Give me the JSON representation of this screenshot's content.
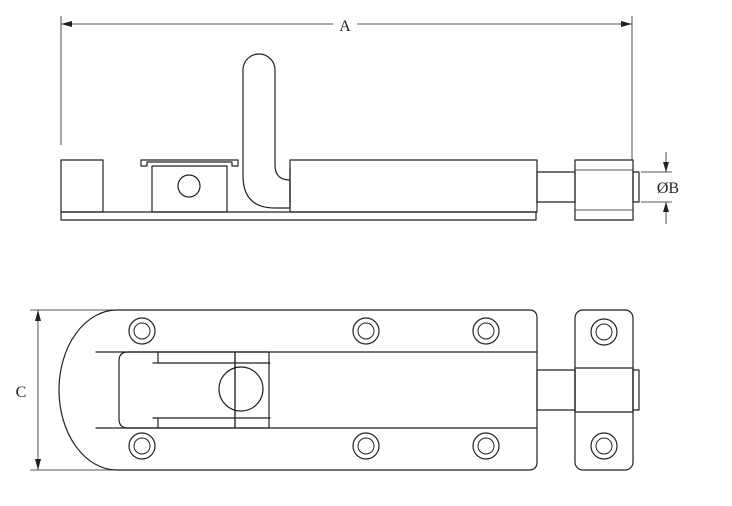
{
  "diagram": {
    "dimension_labels": {
      "a": "A",
      "b": "ØB",
      "c": "C"
    }
  }
}
